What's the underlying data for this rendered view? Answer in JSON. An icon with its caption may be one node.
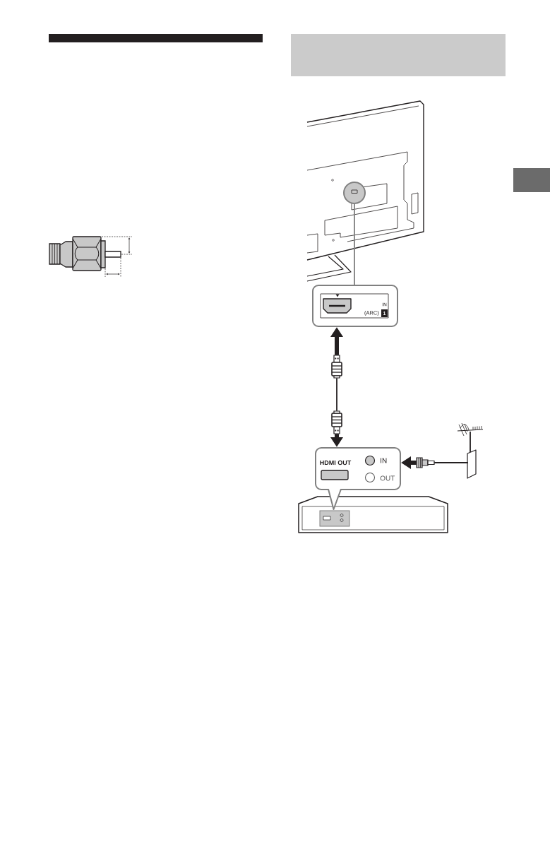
{
  "diagram": {
    "nodes": [
      {
        "text": [],
        "shape": "circle"
      },
      {
        "text": [
          "IN",
          "(ARC)"
        ]
      },
      {
        "text": [
          "1"
        ],
        "in": 1
      },
      {
        "text": [],
        "shape": "picture"
      },
      {
        "text": [],
        "shape": "picture"
      },
      {
        "text": [
          "HDMI OUT",
          "IN",
          "OUT"
        ]
      },
      {
        "text": [],
        "shape": "picture"
      },
      {
        "text": [],
        "shape": "picture"
      }
    ],
    "edges": [
      {
        "from": 1,
        "to": 0,
        "arrow": "none",
        "color": "#808080"
      },
      {
        "from": 3,
        "to": 1,
        "arrow": "to",
        "style": "thick"
      },
      {
        "from": 3,
        "to": 4,
        "arrow": "none"
      },
      {
        "from": 4,
        "to": 5,
        "arrow": "to",
        "style": "thick"
      },
      {
        "from": 6,
        "to": 5,
        "arrow": "to",
        "style": "thick"
      },
      {
        "from": 7,
        "to": 6,
        "arrow": "none"
      }
    ]
  }
}
